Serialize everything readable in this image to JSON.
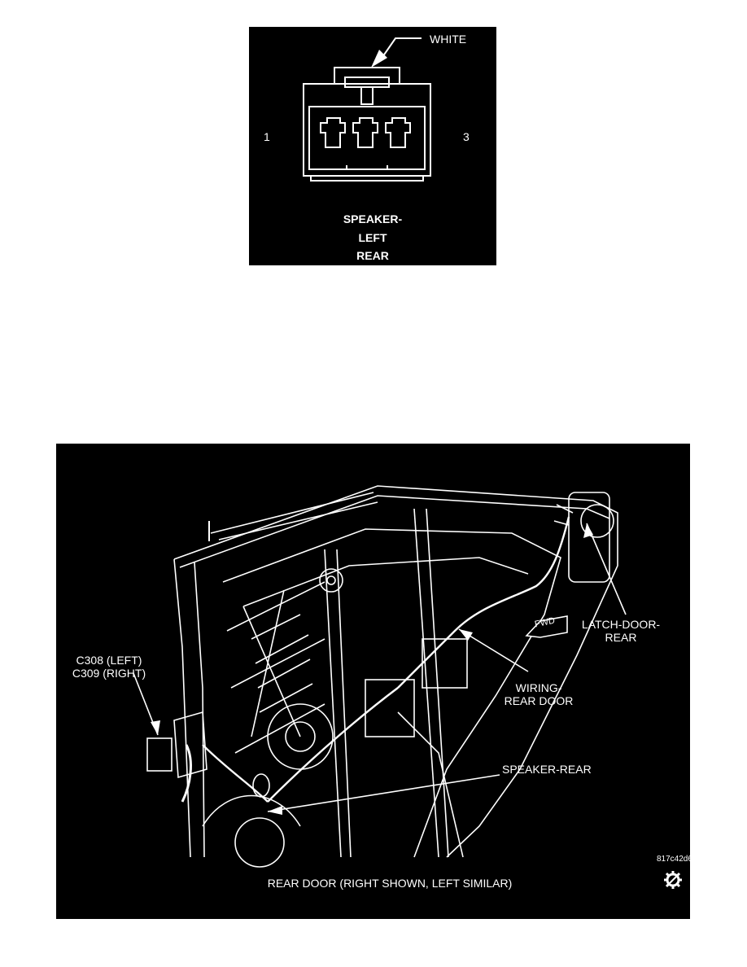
{
  "connector": {
    "color_label": "WHITE",
    "pin_left": "1",
    "pin_right": "3",
    "name_lines": [
      "SPEAKER-",
      "LEFT",
      "REAR"
    ]
  },
  "door_view": {
    "labels": {
      "connector_left": "C308 (LEFT)",
      "connector_right": "C309 (RIGHT)",
      "latch_line1": "LATCH-DOOR-",
      "latch_line2": "REAR",
      "wiring_line1": "WIRING-",
      "wiring_line2": "REAR DOOR",
      "speaker": "SPEAKER-REAR",
      "fwd": "FWD"
    },
    "caption": "REAR DOOR  (RIGHT SHOWN, LEFT SIMILAR)",
    "figure_id": "817c42d6",
    "icon": "gear-icon"
  },
  "colors": {
    "background": "#000000",
    "line": "#ffffff",
    "page": "#ffffff"
  }
}
